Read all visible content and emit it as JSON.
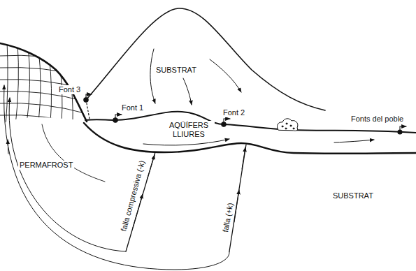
{
  "diagram": {
    "labels": [
      "SUBSTRAT",
      "Font 3",
      "Font 1",
      "AQÜÍFERS LLIURES",
      "Font 2",
      "PERMAFROST",
      "Fonts del poble",
      "SUBSTRAT",
      "falla compressiva (-k)",
      "falla (+k)"
    ]
  }
}
